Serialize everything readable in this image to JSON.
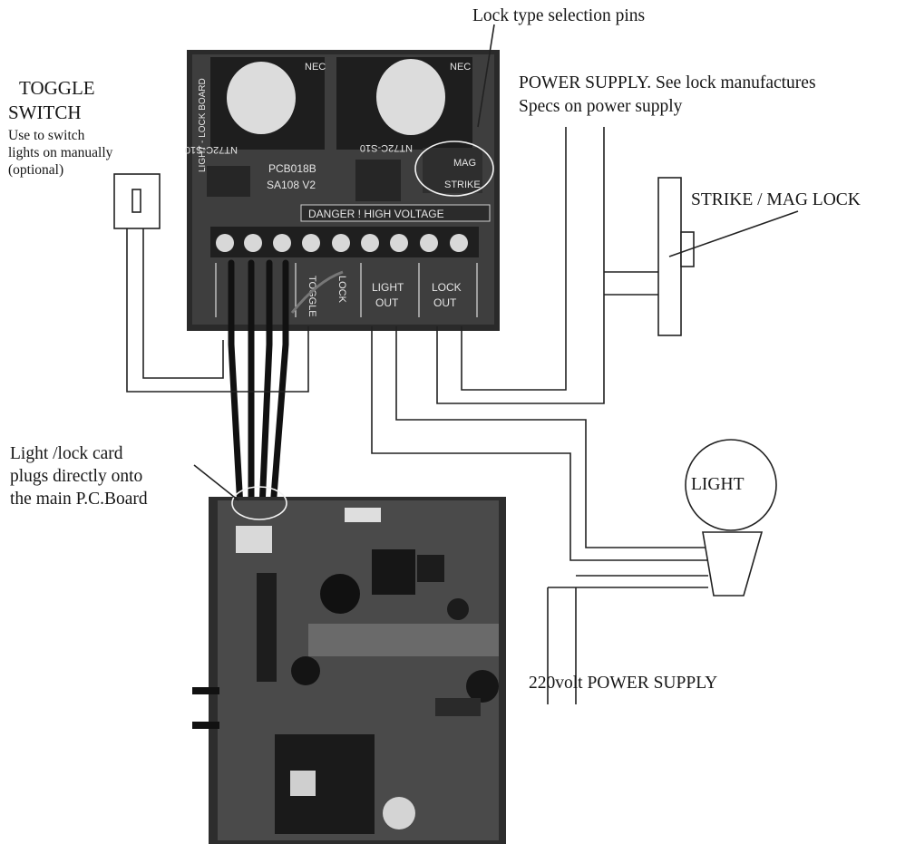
{
  "labels": {
    "lock_type_pins": "Lock type selection pins",
    "power_supply_line1": "POWER SUPPLY. See lock manufactures",
    "power_supply_line2": "Specs on power supply",
    "toggle_line1": "TOGGLE",
    "toggle_line2": "SWITCH",
    "toggle_note1": "Use to switch",
    "toggle_note2": "lights on manually",
    "toggle_note3": "(optional)",
    "strike_mag_lock": "STRIKE / MAG LOCK",
    "light_lock_card1": "Light /lock card",
    "light_lock_card2": "plugs directly onto",
    "light_lock_card3": "the main P.C.Board",
    "light": "LIGHT",
    "mains_supply": "220volt POWER SUPPLY"
  },
  "board_markings": {
    "side_label": "LIGHT - LOCK BOARD",
    "relay_left": "NT72C-S10",
    "relay_right": "NT72C-S10",
    "relay_logo": "NEC",
    "pcb_code": "PCB018B",
    "pcb_rev": "SA108 V2",
    "mag_jumper": "MAG",
    "strike_jumper": "STRIKE",
    "danger": "DANGER ! HIGH VOLTAGE",
    "terminal_toggle": "TOGGLE",
    "terminal_lock": "LOCK",
    "terminal_light_out_1": "LIGHT",
    "terminal_light_out_2": "OUT",
    "terminal_lock_out_1": "LOCK",
    "terminal_lock_out_2": "OUT"
  }
}
